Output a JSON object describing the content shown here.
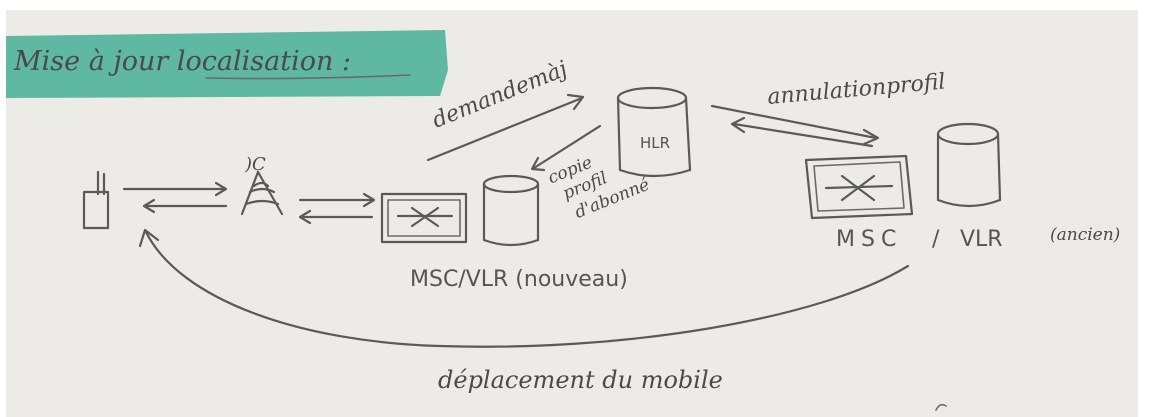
{
  "title": "Mise à jour localisation :",
  "colors": {
    "highlight": "#5fb8a1",
    "paper": "#ecebe8",
    "ink": "#555555"
  },
  "labels": {
    "demande": "demandemàj",
    "annulation": "annulationprofil",
    "hlr": "HLR",
    "copie_line1": "copie",
    "copie_line2": "profil",
    "copie_line3": "d'abonné",
    "msc_vlr_new": "MSC/VLR (nouveau)",
    "msc": "MSC",
    "slash": "/",
    "vlr": "VLR",
    "ancien": "(ancien)",
    "deplacement": "déplacement du mobile",
    "bts_symbol": ")C"
  },
  "icons": [
    "mobile-phone-icon",
    "antenna-tower-icon",
    "switch-box-icon",
    "database-cylinder-icon"
  ]
}
